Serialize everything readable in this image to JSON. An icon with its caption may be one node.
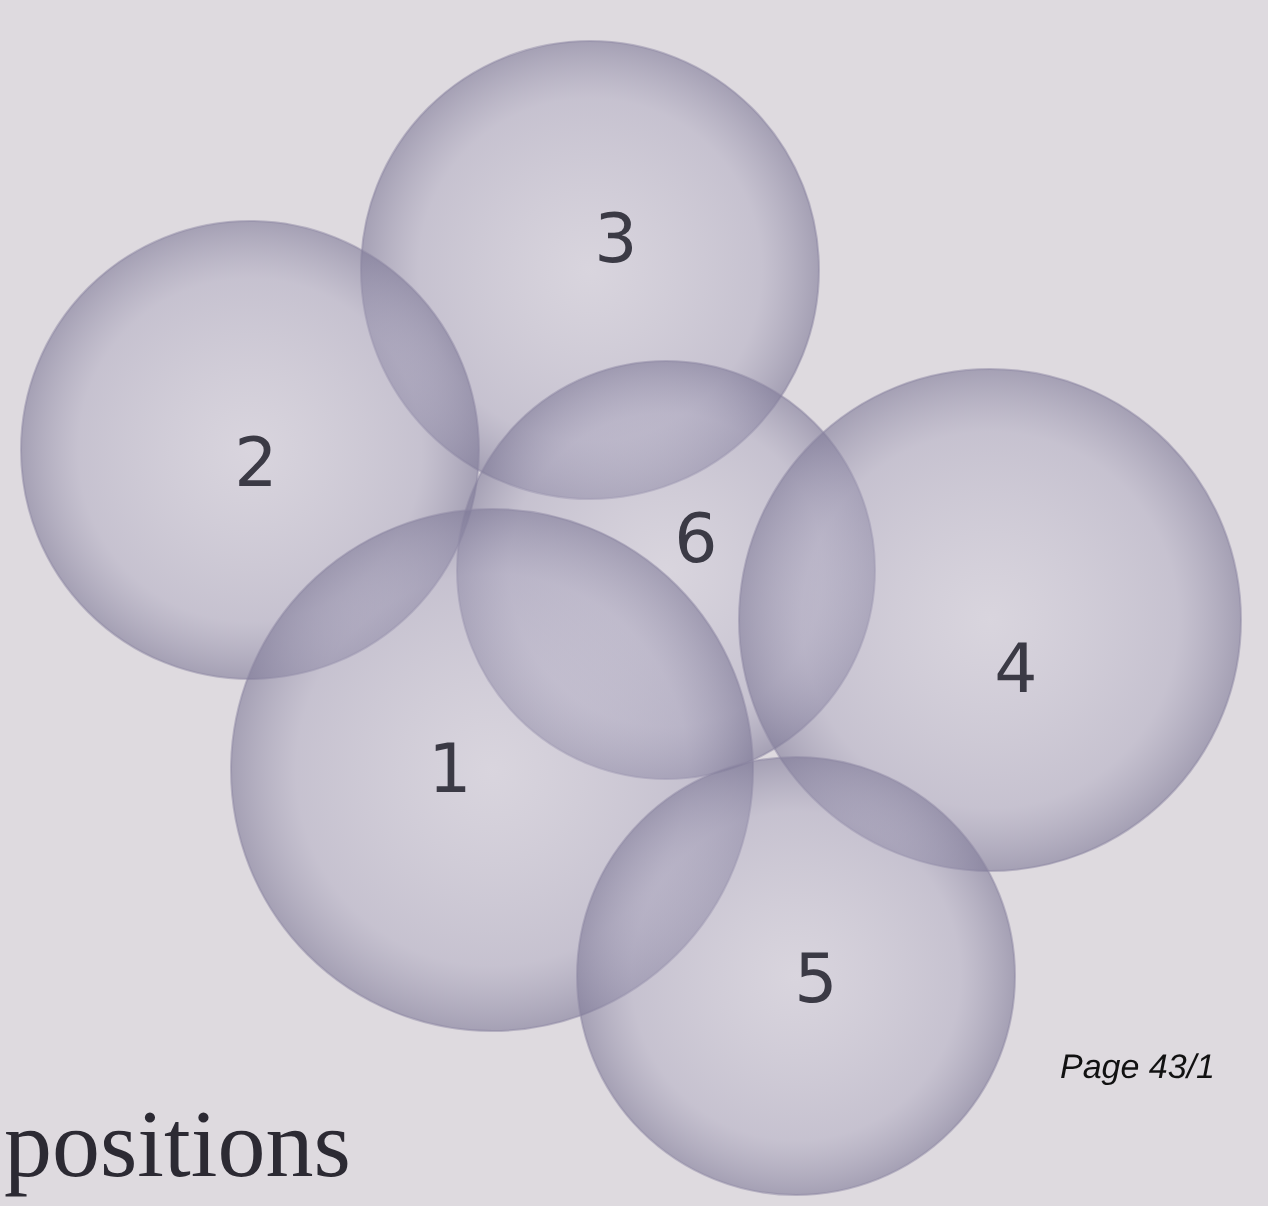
{
  "diagram": {
    "nodes": [
      {
        "text": [
          "3"
        ]
      },
      {
        "text": [
          "2"
        ]
      },
      {
        "text": [
          "6"
        ]
      },
      {
        "text": [
          "4"
        ]
      },
      {
        "text": [
          "1"
        ]
      },
      {
        "text": [
          "5"
        ]
      }
    ],
    "labels": [
      "positions",
      "Page 43/1"
    ]
  }
}
